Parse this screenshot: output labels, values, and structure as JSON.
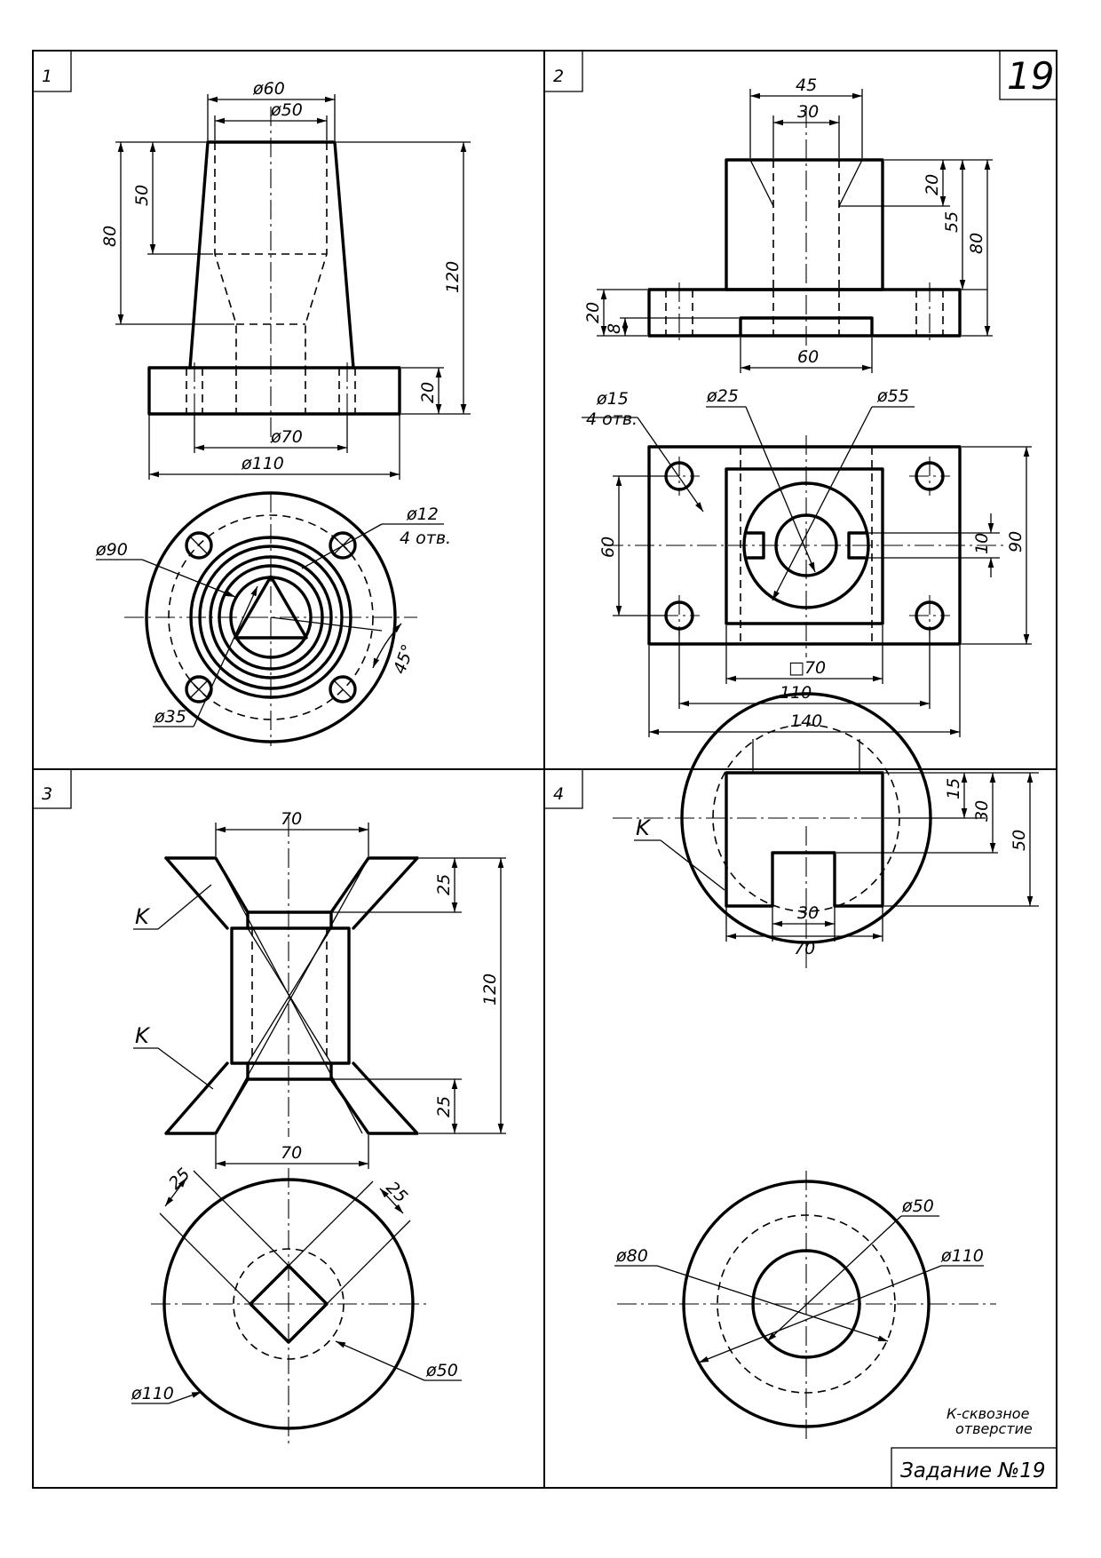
{
  "sheet": {
    "number": "19",
    "title": "Задание №19",
    "note_line1": "К-сквозное",
    "note_line2": "отверстие"
  },
  "panels": [
    {
      "label": "1"
    },
    {
      "label": "2"
    },
    {
      "label": "3"
    },
    {
      "label": "4"
    }
  ],
  "panel1": {
    "dims": {
      "d60": "ø60",
      "d50": "ø50",
      "h50": "50",
      "h80": "80",
      "h120": "120",
      "h20": "20",
      "d70": "ø70",
      "d110": "ø110",
      "d12": "ø12",
      "holes": "4 отв.",
      "d90": "ø90",
      "a45": "45°",
      "d35": "ø35"
    }
  },
  "panel2": {
    "dims": {
      "w45": "45",
      "w30": "30",
      "h20a": "20",
      "h55": "55",
      "h80": "80",
      "h20": "20",
      "h8": "8",
      "w60": "60",
      "d15": "ø15",
      "holes": "4 отв.",
      "d25": "ø25",
      "d55": "ø55",
      "h60": "60",
      "h10": "10",
      "h90": "90",
      "sq70": "□70",
      "w110": "110",
      "w140": "140"
    }
  },
  "panel3": {
    "dims": {
      "w70t": "70",
      "h25t": "25",
      "h120": "120",
      "h25b": "25",
      "w70b": "70",
      "k1": "K",
      "k2": "K",
      "c25a": "25",
      "c25b": "25",
      "d110": "ø110",
      "d50": "ø50"
    }
  },
  "panel4": {
    "dims": {
      "k": "K",
      "h15": "15",
      "h30": "30",
      "h50": "50",
      "w30": "30",
      "w70": "70",
      "d50": "ø50",
      "d80": "ø80",
      "d110": "ø110"
    }
  }
}
